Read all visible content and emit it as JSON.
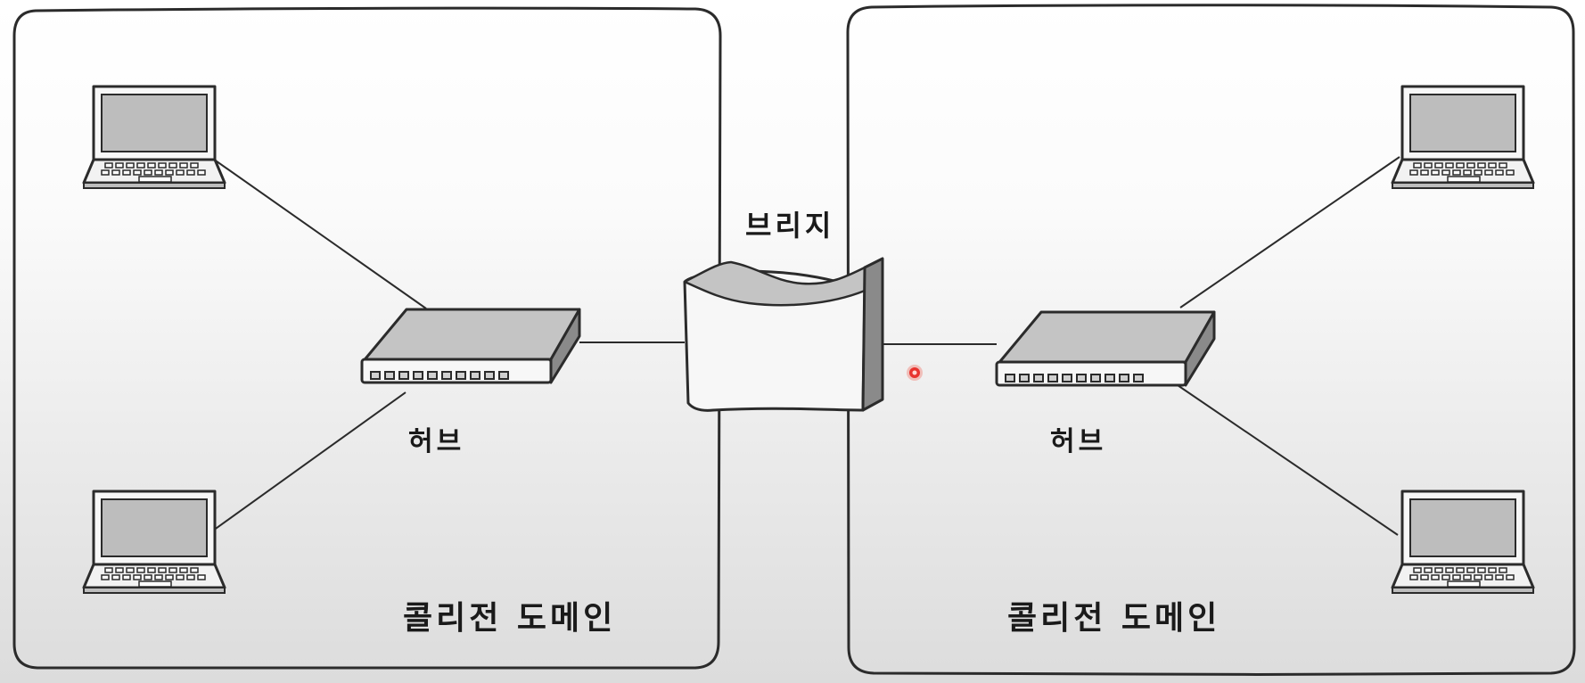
{
  "bridge": {
    "label": "브리지"
  },
  "domains": [
    {
      "label": "콜리전 도메인",
      "hub_label": "허브"
    },
    {
      "label": "콜리전 도메인",
      "hub_label": "허브"
    }
  ],
  "colors": {
    "line": "#2b2b2b",
    "device_top": "#c4c4c4",
    "device_side": "#8a8a8a",
    "screen": "#bdbdbd",
    "pointer": "#e8332f"
  },
  "icons": [
    "laptop-icon",
    "hub-icon",
    "bridge-icon",
    "laser-pointer-dot"
  ]
}
